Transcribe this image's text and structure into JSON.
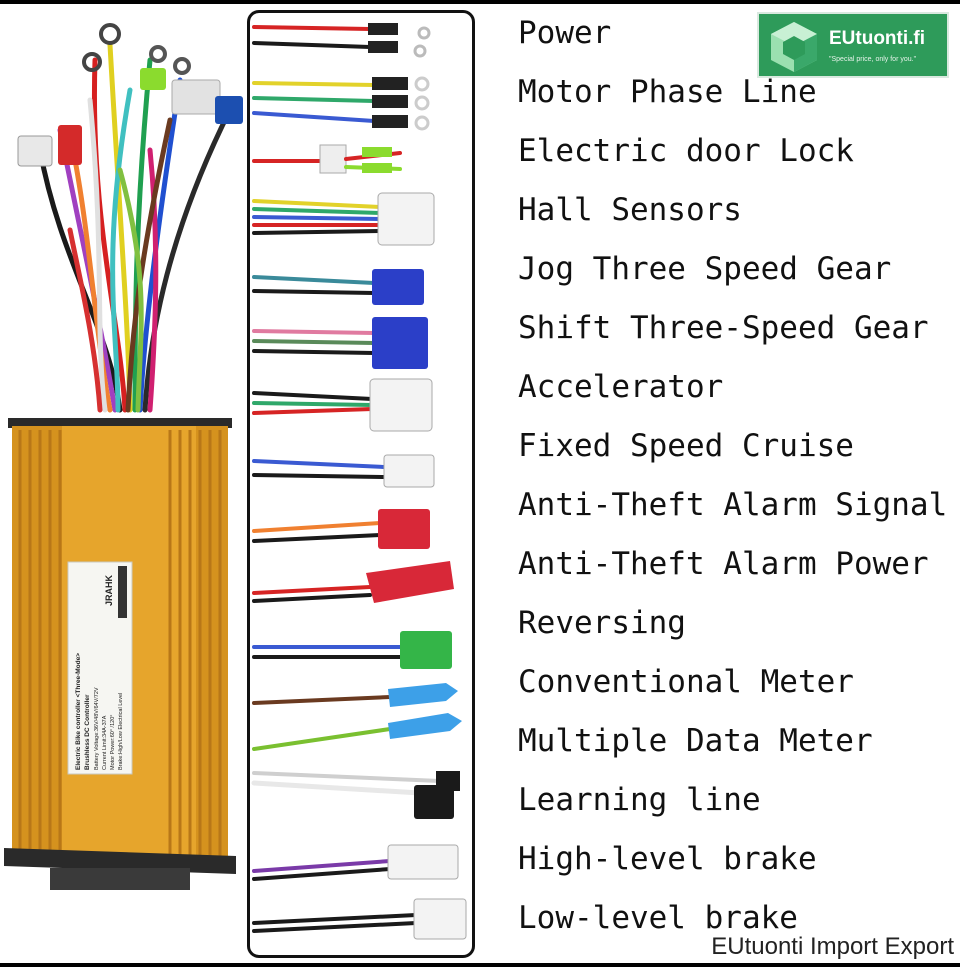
{
  "labels": [
    "Power",
    "Motor Phase Line",
    "Electric door Lock",
    "Hall Sensors",
    "Jog Three Speed Gear",
    "Shift Three-Speed Gear",
    "Accelerator",
    "Fixed Speed Cruise",
    "Anti-Theft Alarm Signal",
    "Anti-Theft Alarm Power",
    "Reversing",
    "Conventional Meter",
    "Multiple Data Meter",
    "Learning line",
    "High-level brake",
    "Low-level brake"
  ],
  "logo": {
    "name": "EUtuonti.fi",
    "tagline": "\"Special price, only for you.\""
  },
  "footer": "EUtuonti Import Export",
  "controller_label": {
    "line1": "Electric Bike controller  <Three-Mode>",
    "line2": "Brushless DC Controller",
    "line3": "Battery Voltage:36V/48V/64V/72V",
    "line4": "Current Limit:34A-37A",
    "line5": "Motor Power:60° /120°",
    "line6": "Brake:High/Low Electrical Level",
    "brand": "JRAHK"
  },
  "colors": {
    "housing": "#e6a52c",
    "housing_dark": "#b87718",
    "logo_green": "#2e9b5a"
  }
}
